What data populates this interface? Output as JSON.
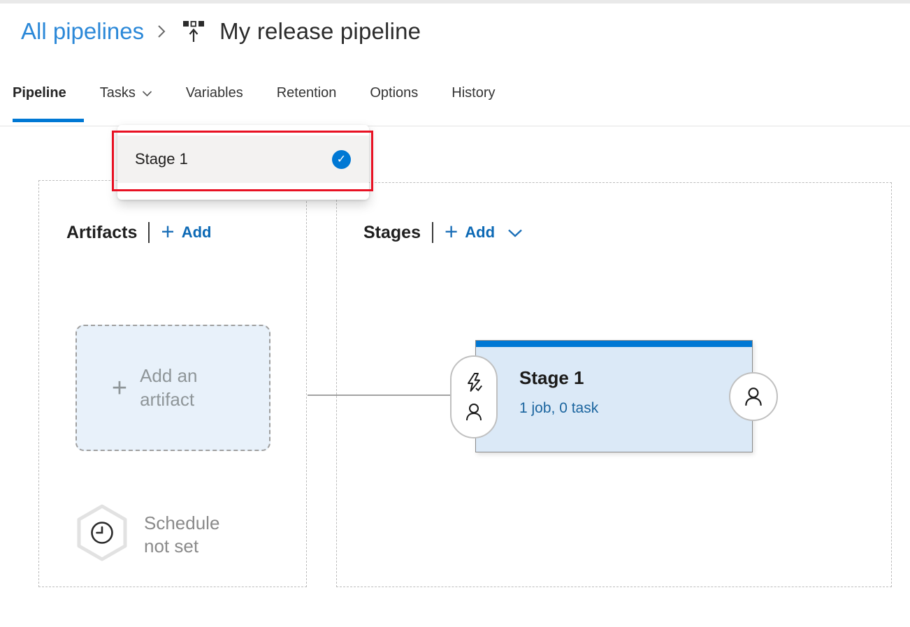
{
  "breadcrumb": {
    "parent": "All pipelines",
    "title": "My release pipeline"
  },
  "tabs": {
    "items": [
      {
        "label": "Pipeline",
        "active": true
      },
      {
        "label": "Tasks",
        "has_dropdown": true
      },
      {
        "label": "Variables"
      },
      {
        "label": "Retention"
      },
      {
        "label": "Options"
      },
      {
        "label": "History"
      }
    ]
  },
  "tasks_dropdown": {
    "items": [
      {
        "label": "Stage 1",
        "selected": true,
        "check_glyph": "✓"
      }
    ]
  },
  "artifacts_panel": {
    "title": "Artifacts",
    "add_label": "Add",
    "plus_glyph": "+",
    "placeholder_text": "Add an artifact",
    "schedule_text": "Schedule not set"
  },
  "stages_panel": {
    "title": "Stages",
    "add_label": "Add",
    "plus_glyph": "+",
    "stage": {
      "name": "Stage 1",
      "meta": "1 job, 0 task"
    }
  },
  "colors": {
    "accent": "#0078d4",
    "link_blue": "#0c69b5",
    "breadcrumb_blue": "#2b88d8",
    "annotation_red": "#e81123",
    "card_bg": "#dbe9f7",
    "artifact_box_bg": "#e8f1fa",
    "dropdown_row_bg": "#f3f2f1"
  }
}
